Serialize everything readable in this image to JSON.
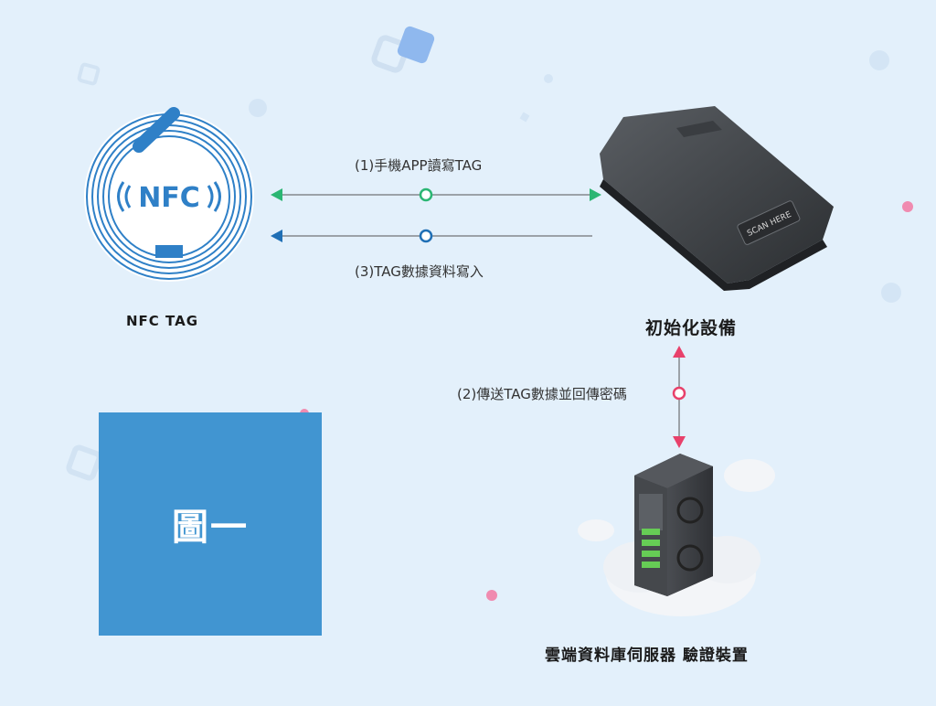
{
  "nodes": {
    "nfc_tag": {
      "label": "NFC TAG",
      "badge_text": "NFC"
    },
    "init_device": {
      "label": "初始化設備",
      "device_text": "SCAN HERE"
    },
    "cloud_server": {
      "label": "雲端資料庫伺服器 驗證裝置"
    }
  },
  "edges": {
    "step1": {
      "label": "(1)手機APP讀寫TAG",
      "color": "#2bb673"
    },
    "step3": {
      "label": "(3)TAG數據資料寫入",
      "color": "#1f6fb5"
    },
    "step2": {
      "label": "(2)傳送TAG數據並回傳密碼",
      "color": "#e8416b"
    }
  },
  "figure_label": "圖一",
  "colors": {
    "background": "#e3f0fb",
    "figure_box": "#4195d1",
    "nfc_blue": "#2f80c7"
  }
}
